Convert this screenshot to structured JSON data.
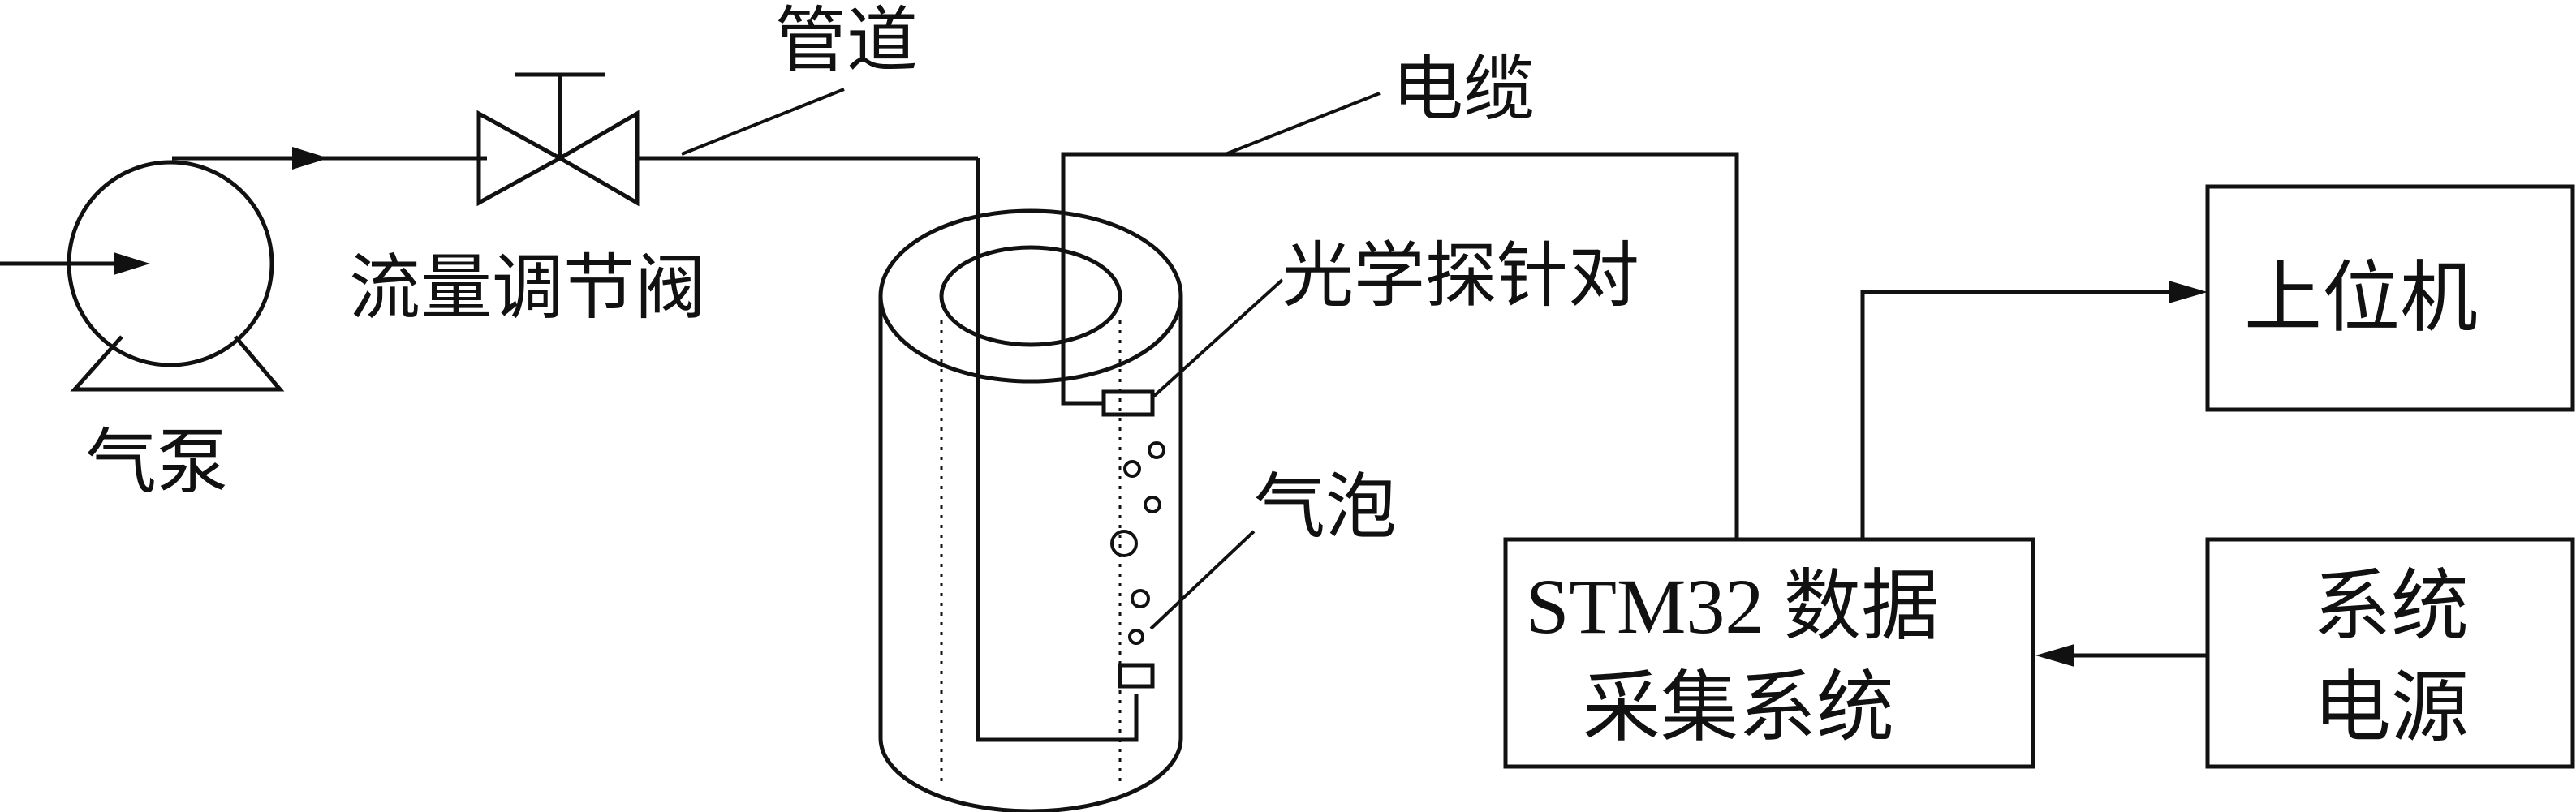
{
  "labels": {
    "pipe": "管道",
    "cable": "电缆",
    "flow_valve": "流量调节阀",
    "air_pump": "气泵",
    "optical_probe_pair": "光学探针对",
    "bubble": "气泡",
    "host_computer": "上位机",
    "stm32_line1": "STM32 数据",
    "stm32_line2": "采集系统",
    "power_line1": "系统",
    "power_line2": "电源"
  },
  "colors": {
    "line": "#111111",
    "background": "#ffffff"
  }
}
